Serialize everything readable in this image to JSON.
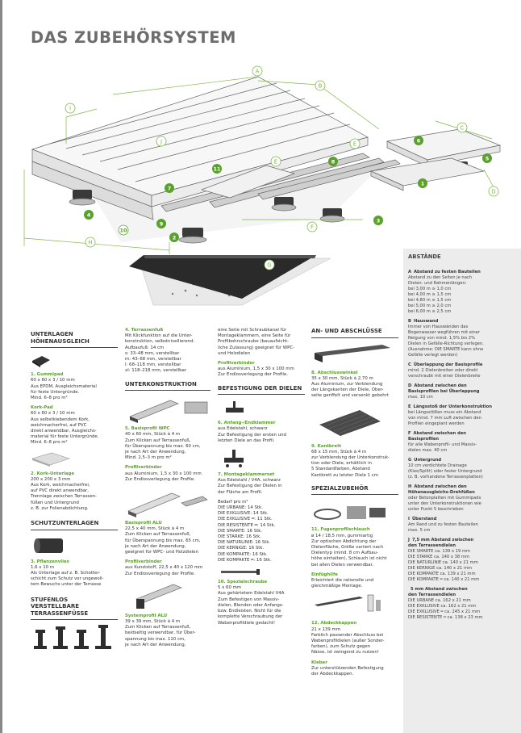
{
  "title": "DAS ZUBEHÖRSYSTEM",
  "diagram": {
    "letter_labels": [
      "A",
      "B",
      "C",
      "D",
      "E",
      "E",
      "F",
      "G",
      "H",
      "I",
      "J"
    ],
    "number_labels": [
      "1",
      "2",
      "3",
      "4",
      "5",
      "6",
      "7",
      "8",
      "9",
      "10",
      "11"
    ]
  },
  "col1": {
    "sections": [
      {
        "heading": "UNTERLAGEN HÖHENAUSGLEICH",
        "items": [
          {
            "title": "1. Gummipad",
            "text": "60 x 60 x 3 / 10 mm\nAus EPDM, Ausgleichsmaterial\nfür feste Untergründe.\nMind. 6–8 pro m²"
          },
          {
            "title": "Kork-Pad",
            "text": "60 x 60 x 3 / 10 mm\nAus selbstklebendem Kork,\nweichmacherfrei, auf PVC\ndirekt anwendbar, Ausgleichs-\nmaterial für feste Untergründe.\nMind. 6–8 pro m²"
          },
          {
            "title": "2. Kork-Unterlage",
            "text": "200 x 200 x 3 mm\nAus Kork, weichmacherfrei,\nauf PVC direkt anwendbar,\nTrennlage zwischen Terrassen-\nfüßen und Untergrund\nz. B. zur Folienabdichtung."
          }
        ]
      },
      {
        "heading": "SCHUTZUNTERLAGEN",
        "items": [
          {
            "title": "3. Pflanzenvlies",
            "text": "1,6 x 10 m\nAls Unterlage auf z. B. Schotter-\nschicht zum Schutz vor ungewoll-\ntem Bewuchs unter der Terrasse"
          }
        ]
      },
      {
        "heading": "STUFENLOS VERSTELLBARE TERRASSENFÜSSE",
        "items": []
      }
    ]
  },
  "col2": {
    "item4": {
      "title": "4. Terrassenfuß",
      "text": "Mit Klickfunktion auf die Unter-\nkonstruktion, selbstnivellierend.\nAufbaufuß: 14 cm\ns: 33–48 mm, verstellbar\nm: 43–68 mm, verstellbar\nl: 68–118 mm, verstellbar\nxl: 118–218 mm, verstellbar"
    },
    "heading": "UNTERKONSTRUKTION",
    "items": [
      {
        "title": "5. Basisprofil WPC",
        "text": "40 x 60 mm, Stück à 4 m\nZum Klicken auf Terrassenfuß,\nfür Überspannung bis max. 60 cm,\nje nach Art der Anwendung,\nMind. 2,5–3 m pro m²"
      },
      {
        "title": "Profilverbinder",
        "text": "aus Aluminium, 1,5 x 30 x 100 mm\nZur Endlosverlegung der Profile."
      },
      {
        "title": "Basisprofil ALU",
        "text": "22,5 x 40 mm, Stück à 4 m\nZum Klicken auf Terrassenfuß,\nfür Überspannung bis max. 65 cm,\nje nach Art der Anwendung,\ngeeignet für WPC- und Holzdielen"
      },
      {
        "title": "Profilverbinder",
        "text": "aus Kunststoff, 22,5 x 40 x 120 mm\nZur Endlosverlegung der Profile."
      },
      {
        "title": "Systemprofil ALU",
        "text": "39 x 39 mm, Stück à 4 m\nZum Klicken auf Terrassenfuß,\nbeidseitig verwendbar, für Über-\nspannung bis max. 110 cm,\nje nach Art der Anwendung,"
      }
    ]
  },
  "col3": {
    "intro": "eine Seite mit Schraubkanal für\nMontageklammern, eine Seite für\nProfilbohrschraube (bauaufsicht-\nliche Zulassung) geeignet für WPC-\nund Holzdielen",
    "pv": {
      "title": "Profilverbinder",
      "text": "aus Aluminium, 1,5 x 30 x 100 mm\nZur Endlosverlegung der Profile."
    },
    "heading": "BEFESTIGUNG DER DIELEN",
    "items": [
      {
        "title": "6. Anfang-/Endklammer",
        "text": "aus Edelstahl, schwarz\nZur Befestigung der ersten und\nletzten Diele an das Profil."
      },
      {
        "title": "7. Montageklammerset",
        "text": "Aus Edelstahl / V4A, schwarz\nZur Befestigung der Dielen in\nder Fläche am Profil."
      }
    ],
    "bedarf": "Bedarf pro m²\nDIE URBANE: 14 Stk.\nDIE EXKLUSIVE: 14 Stk.\nDIE EXKLUSIVE ═: 11 Stk.\nDIE RESISTENTE ═: 14 Stk.\nDIE SMARTE: 16 Stk.\nDIE STARKE: 16 Stk.\nDIE NATURLINIE: 16 Stk.\nDIE KERNIGE: 16 Stk.\nDIE KOMPAKTE: 16 Stk.\nDIE KOMPAKTE ═: 16 Stk.",
    "item10": {
      "title": "10. Spezialschraube",
      "text": "5 x 60 mm\nAus gehärtetem Edelstahl V4A\nZum Befestigen von Massiv-\ndielen, Blenden oder Anfangs-\nbzw. Endleisten. Nicht für die\nkomplette Verschraubung der\nWabenprofildiele gedacht!"
    }
  },
  "col4": {
    "heading": "AN- UND ABSCHLÜSSE",
    "items": [
      {
        "title": "8. Abschlusswinkel",
        "text": "35 x 30 mm, Stück à 2,70 m\nAus Aluminium, zur Verblendung\nder Längskanten der Diele, Ober-\nseite geriffelt und versenkt gebohrt"
      },
      {
        "title": "9. Kantbrett",
        "text": "68 x 15 mm, Stück à 4 m\nzur Verblendung der Unterkonstruk-\ntion oder Diele, erhältlich in\n5 Standardfarben, Abstand\nKantbrett zu letzter Diele 1 cm"
      }
    ],
    "heading2": "SPEZIALZUBEHÖR",
    "items2": [
      {
        "title": "11. Fugenprofilschlauch",
        "text": "ø 14 / 18,5 mm, gummiartig\nZur optischen Abdichtung der\nDielenfläche, Größe variiert nach\nDielentyp (mind. 8 cm Aufbau-\nhöhe einhalten), Schlauch ist nicht\nbei allen Dielen verwendbar."
      },
      {
        "title": "Einfüghilfe",
        "text": "Erleichtert die rationelle und\ngleichmäßige Montage."
      },
      {
        "title": "12. Abdeckkappen",
        "text": "21 x 139 mm\nFarblich passender Abschluss bei\nWabenprofildielen (außer Sonder-\nfarben), zum Schutz gegen\nNässe, ist zwingend zu nutzen!"
      },
      {
        "title": "Kleber",
        "text": "Zur unterstützenden Befestigung\nder Abdeckkappen."
      }
    ]
  },
  "abstaende": {
    "heading": "ABSTÄNDE",
    "items": [
      {
        "letter": "A",
        "head": "Abstand zu festen Bauteilen",
        "body": "Abstand zu den Seiten je nach\nDielen- und Rahmenlängen:\nbei 3,00 m ≥ 1,0 cm\nbei 4,00 m ≥ 1,5 cm\nbei 4,80 m ≥ 1,5 cm\nbei 5,00 m ≥ 2,0 cm\nbei 6,00 m ≥ 2,5 cm"
      },
      {
        "letter": "B",
        "head": "Hauswand",
        "body": "Immer von Hauswänden das\nBogenwasser wegführen mit einer\nNeigung von mind. 1,5% bis 2%\nDielen in Gefälle-Richtung verlegen.\n(Ausnahme: DIE SMARTE kann ohne\nGefälle verlegt werden)"
      },
      {
        "letter": "C",
        "head": "Überlappung der Basisprofile",
        "body": "mind. 2 Dielenbreiten oder direkt\nverschraubt mit einer Dielenbreite"
      },
      {
        "letter": "D",
        "head": "Abstand zwischen den\nBasisprofilen bei Überlappung",
        "body": "max. 10 cm"
      },
      {
        "letter": "E",
        "head": "Längsstoß der Unterkonstruktion",
        "body": "bei Längsstößen muss ein Abstand\nvon mind. 7 mm Luft zwischen den\nProfilen eingeplant werden"
      },
      {
        "letter": "F",
        "head": "Abstand zwischen den\nBasisprofilen",
        "body": "für alle Wabenprofil- und Massiv-\ndielen max. 40 cm"
      },
      {
        "letter": "G",
        "head": "Untergrund",
        "body": "10 cm verdichtete Drainage\n(Kies/Splitt) oder fester Untergrund\n(z. B. vorhandene Terrassenplatten)"
      },
      {
        "letter": "H",
        "head": "Abstand zwischen den\nHöhenausgleichs-Drehfüßen",
        "body": "oder Betonplatten mit Gummipads\nunter den Unterkonstruktionen wie\nunter Punkt 5 beschrieben"
      },
      {
        "letter": "I",
        "head": "Überstand",
        "body": "Am Rand und zu festen Bauteilen\nmax. 5 cm"
      },
      {
        "letter": "J",
        "head": "7,5 mm Abstand zwischen\nden Terrassendielen",
        "body": "DIE SMARTE ca. 139 x 19 mm\nDIE STARKE ca. 140 x 38 mm\nDIE NATURLINIE ca. 140 x 21 mm\nDIE KERNIGE ca. 140 x 21 mm\nDIE KOMPAKTE ca. 139 x 21 mm\nDIE KOMPAKTE ═ ca. 140 x 21 mm"
      },
      {
        "letter": "",
        "head": "5 mm Abstand zwischen\nden Terrassendielen",
        "body": "DIE URBANE ca. 162 x 21 mm\nDIE EXKLUSIVE ca. 162 x 21 mm\nDIE EXKLUSIVE ═ ca. 245 x 21 mm\nDIE RESISTENTE ═ ca. 138 x 23 mm"
      }
    ]
  }
}
